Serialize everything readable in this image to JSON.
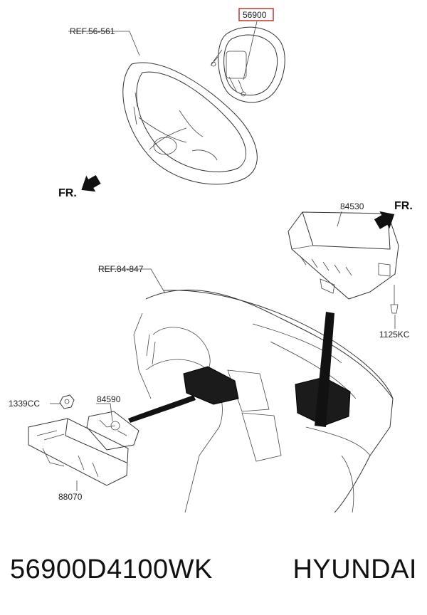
{
  "diagram": {
    "labels": {
      "ref_steering": "REF.56-561",
      "part_56900": "56900",
      "fr_left": "FR.",
      "part_84530": "84530",
      "fr_right": "FR.",
      "ref_dash": "REF.84-847",
      "part_1125kc": "1125KC",
      "part_1339cc": "1339CC",
      "part_84590": "84590",
      "part_88070": "88070"
    },
    "highlight_color": "#c0392b"
  },
  "caption": {
    "part_number": "56900D4100WK",
    "brand": "HYUNDAI"
  }
}
